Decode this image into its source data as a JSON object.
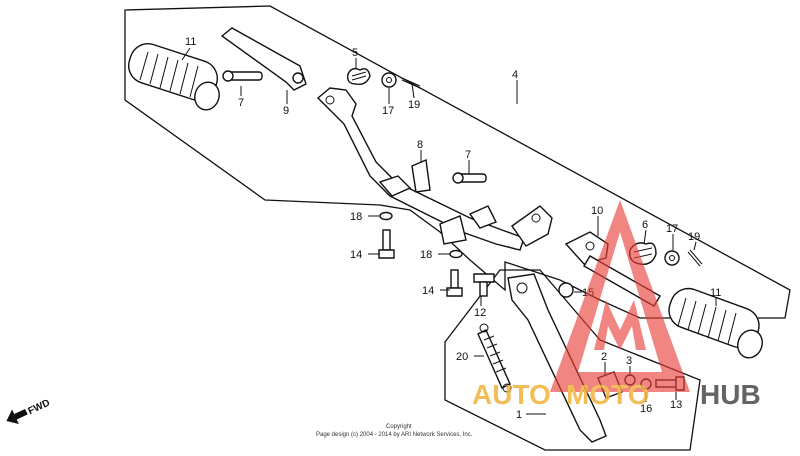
{
  "callouts": {
    "n11a": "11",
    "n7a": "7",
    "n9": "9",
    "n5": "5",
    "n17a": "17",
    "n19a": "19",
    "n4": "4",
    "n8": "8",
    "n7b": "7",
    "n18a": "18",
    "n14a": "14",
    "n18b": "18",
    "n14b": "14",
    "n12": "12",
    "n10": "10",
    "n6": "6",
    "n17b": "17",
    "n19b": "19",
    "n15": "15",
    "n11b": "11",
    "n20": "20",
    "n2": "2",
    "n3": "3",
    "n16": "16",
    "n13": "13",
    "n1": "1"
  },
  "fwd_label": "FWD",
  "copyright": {
    "line1": "Copyright",
    "line2": "Page design (c) 2004 - 2014 by ARI Network Services, Inc."
  },
  "watermark": {
    "part1": "AUTO",
    "part2": "MOTO",
    "part3": "HUB",
    "colors": {
      "red": "#e8403a",
      "orange": "#f2b23a",
      "gray": "#4a4a4a"
    }
  }
}
